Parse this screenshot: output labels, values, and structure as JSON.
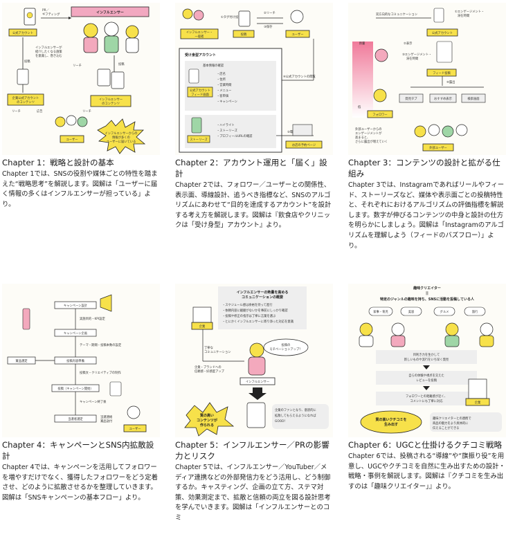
{
  "colors": {
    "yellow": "#f7e14a",
    "pink": "#f3a9bd",
    "green": "#9fd6a6",
    "line": "#222222",
    "grey": "#e8e8e8"
  },
  "chapters": [
    {
      "title": "Chapter 1：戦略と設計の基本",
      "desc": "Chapter 1では、SNSの役割や媒体ごとの特性を踏まえた“戦略思考”を解説します。図解は「ユーザーに届く情報の多くはインフルエンサーが担っている」より。",
      "fig": {
        "header": "インフルエンサー",
        "pr_label": "PR／\nギフティング",
        "official": "公式アカウント",
        "note": "インフルエンサーが\n紹介したくなる施策\nを意識し、巻き込む",
        "post1": "投稿",
        "post2": "投稿",
        "reach1": "リーチ",
        "reach2": "リーチ",
        "ad": "広告",
        "corp_content": "企業公式アカウント\nのコンテンツ",
        "inf_content": "インフルエンサー\nのコンテンツ",
        "user": "ユーザー",
        "burst": "インフルエンサーからの\n情報が多くの\nユーザーに届いている"
      }
    },
    {
      "title": "Chapter 2：アカウント運用と「届く」設計",
      "desc": "Chapter 2では、フォロワー／ユーザーとの関係性、表示面、導線設計、追うべき指標など、SNSのアルゴリズムにあわせて“目的を達成するアカウント”を設計する考え方を解説します。図解は『飲食店やクリニックは「受け身型」アカウント』より。",
      "fig": {
        "tag_post": "①タグ付け投稿",
        "reach": "②リーチ",
        "save": "③保存",
        "inf": "インフルエンサー・\n一般者",
        "post": "投稿",
        "user": "ユーザー",
        "box_title": "受け身型アカウント",
        "basic": "基本情報の確認",
        "items": [
          "店名",
          "住所",
          "営業時間",
          "メニュー",
          "客単価",
          "キャンペーン"
        ],
        "feed": "公式アカウント\nフィード画面",
        "visit": "④公式アカウントの閲覧",
        "stories_items": [
          "ハイライト",
          "ストーリーズ",
          "プロフィールURLの確認"
        ],
        "stories": "ストーリーズ",
        "booking": "⑤電話・予約",
        "reserve_page": "お店の予約ページ"
      }
    },
    {
      "title": "Chapter 3：コンテンツの設計と拡がる仕組み",
      "desc": "Chapter 3では、Instagramであればリールやフィード、ストーリーズなど、媒体や表示面ごとの投稿特性と、それぞれにおけるアルゴリズムの評価指標を解説します。数字が伸びるコンテンツの中身と設計の仕方を明らかにしましょう。図解は「Instagramのアルゴリズムを理解しよう（フィードのバズフロー）」より。",
      "fig": {
        "two_way": "双方向的なコミュニケーション",
        "engage1": "①エンゲージメント・\n滞在時間",
        "official": "公式アカウント",
        "heat": "熱量",
        "low": "低",
        "display": "②表示",
        "engage2": "③エンゲージメント・\n滞在時間",
        "feed_post": "フィード投稿",
        "outflow": "④露出",
        "follower": "フォロワー",
        "tabs": [
          "発見タブ",
          "おすすめ表示",
          "検索画面"
        ],
        "outer_note": "外部ユーザーからの\nエンゲージメントが\n高まると、\nさらに露出が増えていく",
        "outer_user": "外部ユーザー"
      }
    },
    {
      "title": "Chapter 4：キャンペーンとSNS内拡散設計",
      "desc": "Chapter 4では、キャンペーンを活用してフォロワーを増やすだけでなく、獲得したフォロワーをどう定着させ、どのように拡散させるかを整理していきます。図解は「SNSキャンペーンの基本フロー」より。",
      "fig": {
        "design": "キャンペーン設計",
        "kpi": "実施目的・KPI設定",
        "plan": "キャンペーン企画",
        "theme": "テーマ・期間・投稿本数の設定",
        "prize": "賞品選定",
        "create": "投稿内容準備",
        "creative": "投稿文・クリエイティブの制作",
        "post": "投稿（キャンペーン開始）",
        "end": "キャンペーン終了後",
        "winner": "当選者選定",
        "notify": "当選連絡\n賞品送付",
        "user": "ユーザー"
      }
    },
    {
      "title": "Chapter 5：インフルエンサー／PRの影響力とリスク",
      "desc": "Chapter 5では、インフルエンサー／YouTuber／メディア連携などの外部発信力をどう活用し、どう制御するか。キャスティング、企画の立て方、ステマ対策、効果測定まで、拡散と信頼の両立を図る設計思考を学んでいきます。図解は「インフルエンサーとのコミ",
      "fig": {
        "head": "インフルエンサーの熱量を高める\nコミュニケーションの概要",
        "bullets": [
          "スケジュール感は余裕を持って進行",
          "依頼内容に齟齬がないかを事前にしっかり確認",
          "投稿や修正の指示は丁寧に言葉を選ぶ",
          "とにかくインフルエンサーに寄り添った対応を意識"
        ],
        "corp": "企業",
        "care": "丁寧な\nコミュニケーション",
        "motivation": "投稿の\nモチベーションアップ！",
        "brand": "企業・ブランドへの\n信頼感・好感度アップ",
        "inf": "インフルエンサー",
        "quality": "質の高い\nコンテンツが\n作られる",
        "good": "企業のファンとなり、\n意欲的に拡散してもらえるようになれば\nGOOD！"
      }
    },
    {
      "title": "Chapter 6：UGCと仕掛けるクチコミ戦略",
      "desc": "Chapter 6では、投稿される“導線”や“旗振り役”を用意し、UGCやクチコミを自然に生み出すための設計・戦略・事例を解説します。図解は『クチコミを生み出すのは「趣味クリエイター」』より。",
      "fig": {
        "head": "趣味クリエイター",
        "eq": "||",
        "sub": "特定のジャンルの趣味を持ち、SNSに活動を投稿している人",
        "genres": [
          "家事・育児",
          "美容",
          "グルメ",
          "旅行"
        ],
        "step1": "目利き力を生かして\n新しいものや流行をいち早く発見",
        "step2": "自らの体験や視点を交えた\nレビューを投稿",
        "step3": "フォロワーとの距離感が近く、\nコメントにも丁寧に対応",
        "corp": "企業",
        "result": "質の高いクチコミを\n生み出す",
        "corp_note": "趣味クリエイターとの連携で\n商品の魅力をより具体的に\n伝えることができる"
      }
    }
  ]
}
